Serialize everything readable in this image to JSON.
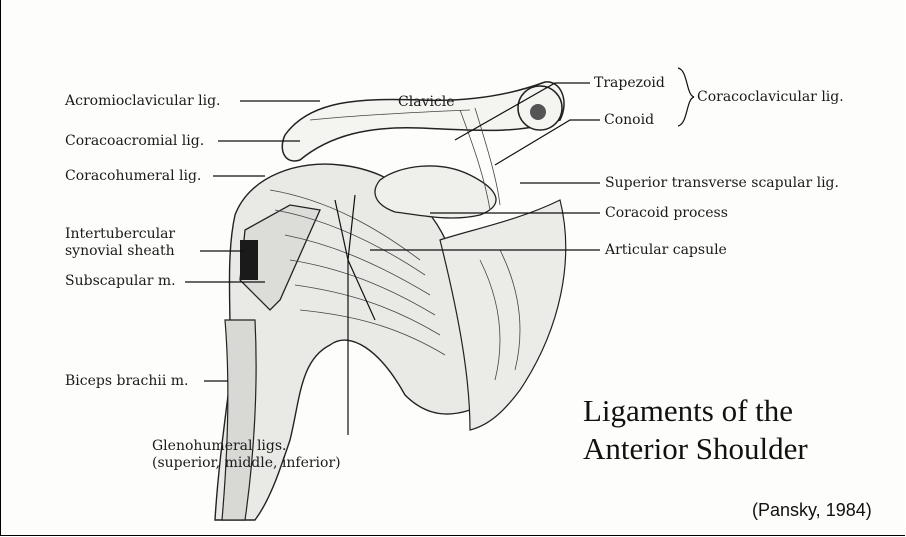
{
  "labels": {
    "acromioclavicular": "Acromioclavicular lig.",
    "clavicle": "Clavicle",
    "coracoacromial": "Coracoacromial lig.",
    "coracohumeral": "Coracohumeral lig.",
    "intertubercular_1": "Intertubercular",
    "intertubercular_2": "synovial sheath",
    "subscapular": "Subscapular m.",
    "biceps": "Biceps brachii m.",
    "glenohumeral_1": "Glenohumeral ligs.",
    "glenohumeral_2": "(superior, middle, inferior)",
    "trapezoid": "Trapezoid",
    "conoid": "Conoid",
    "coracoclavicular": "Coracoclavicular lig.",
    "superior_transverse": "Superior transverse scapular lig.",
    "coracoid_process": "Coracoid process",
    "articular_capsule": "Articular capsule"
  },
  "title": {
    "line1": "Ligaments of the",
    "line2": "Anterior Shoulder"
  },
  "credit": "(Pansky, 1984)"
}
